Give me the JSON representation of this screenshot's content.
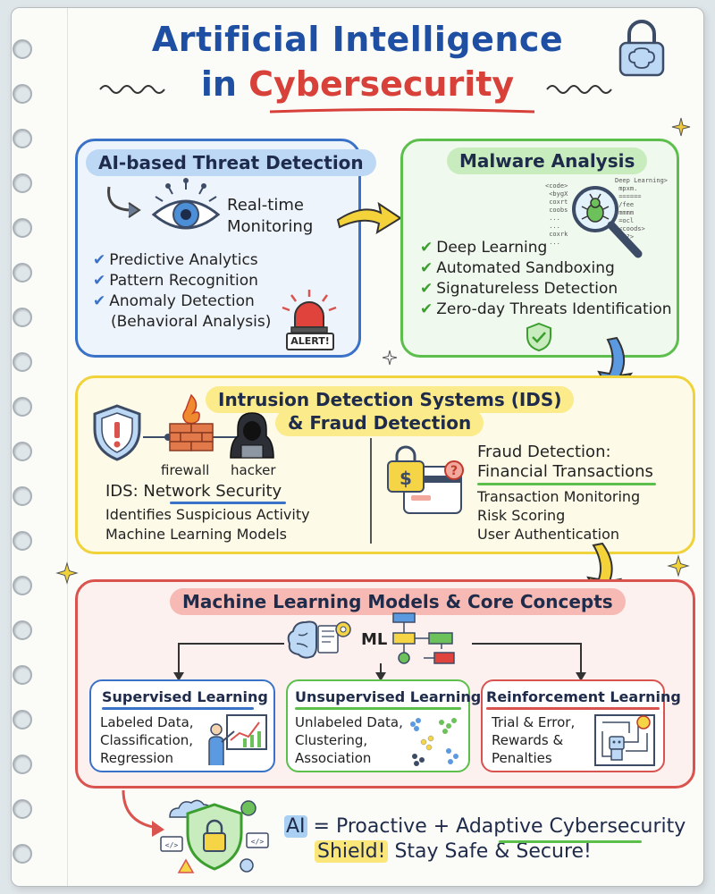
{
  "title": {
    "line1": "Artificial Intelligence",
    "line2_part1": "in ",
    "line2_part2": "Cybersecurity"
  },
  "threat_detection": {
    "heading": "AI-based Threat Detection",
    "monitoring_line1": "Real-time",
    "monitoring_line2": "Monitoring",
    "items": [
      "Predictive Analytics",
      "Pattern Recognition",
      "Anomaly Detection"
    ],
    "item3_sub": "(Behavioral Analysis)",
    "alert_label": "ALERT!"
  },
  "malware": {
    "heading": "Malware Analysis",
    "items": [
      "Deep Learning",
      "Automated Sandboxing",
      "Signatureless Detection",
      "Zero-day Threats Identification"
    ],
    "code_left": "<code>\n <bygX\n coxrt\n coobs\n ...\n ...\n coxrk\n ...",
    "code_right": "Deep Learning>\n mpxm.\n ======\n /fee\n mmmm\n =ocl\n <coods>\n </?>"
  },
  "ids": {
    "heading_line1": "Intrusion Detection Systems (IDS)",
    "heading_line2": "& Fraud Detection",
    "firewall_label": "firewall",
    "hacker_label": "hacker",
    "network_title": "IDS: Network Security",
    "network_items": [
      "Identifies Suspicious Activity",
      "Machine Learning Models"
    ],
    "fraud_title_line1": "Fraud Detection:",
    "fraud_title_line2": "Financial Transactions",
    "fraud_items": [
      "Transaction Monitoring",
      "Risk Scoring",
      "User Authentication"
    ]
  },
  "ml": {
    "heading": "Machine Learning Models & Core Concepts",
    "center_label": "ML",
    "supervised": {
      "title": "Supervised Learning",
      "lines": [
        "Labeled Data,",
        "Classification,",
        "Regression"
      ]
    },
    "unsupervised": {
      "title": "Unsupervised Learning",
      "lines": [
        "Unlabeled Data,",
        "Clustering,",
        "Association"
      ]
    },
    "reinforcement": {
      "title": "Reinforcement Learning",
      "lines": [
        "Trial & Error,",
        "Rewards &",
        "Penalties"
      ]
    }
  },
  "footer": {
    "ai": "AI",
    "line1_rest": " = Proactive + Adaptive Cybersecurity",
    "shield": "Shield!",
    "line2_rest": " Stay Safe & Secure!"
  },
  "colors": {
    "blue": "#3a72c8",
    "green": "#5cbf4c",
    "yellow": "#f0d23a",
    "red": "#d9534f",
    "title_blue": "#1e4fa3",
    "title_red": "#d8403a"
  },
  "icons": [
    "lock-brain-icon",
    "eye-icon",
    "alert-siren-icon",
    "bug-magnifier-icon",
    "shield-check-icon",
    "shield-warning-icon",
    "firewall-icon",
    "hacker-icon",
    "credit-card-icon",
    "brain-gear-icon",
    "flowchart-icon",
    "teacher-chart-icon",
    "cluster-dots-icon",
    "robot-maze-icon",
    "cloud-shield-icon"
  ]
}
